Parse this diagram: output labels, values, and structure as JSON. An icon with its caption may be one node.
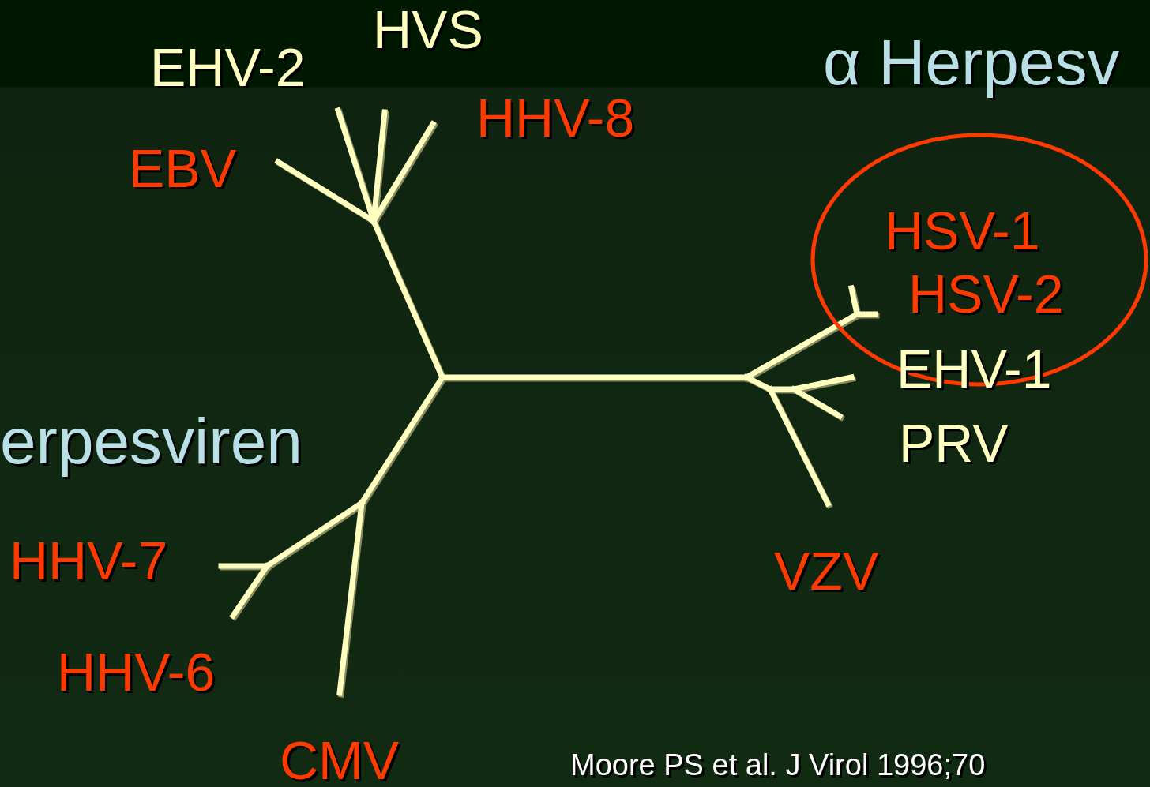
{
  "diagram": {
    "nodes": [
      {
        "text": [
          "HSV-1",
          "HSV-2"
        ]
      }
    ],
    "labels": [
      "HVS",
      "EHV-2",
      "α Herpesv",
      "HHV-8",
      "EBV",
      "EHV-1",
      "erpesviren",
      "PRV",
      "HHV-7",
      "VZV",
      "HHV-6",
      "CMV",
      "Moore PS et al. J Virol 1996;70"
    ]
  }
}
